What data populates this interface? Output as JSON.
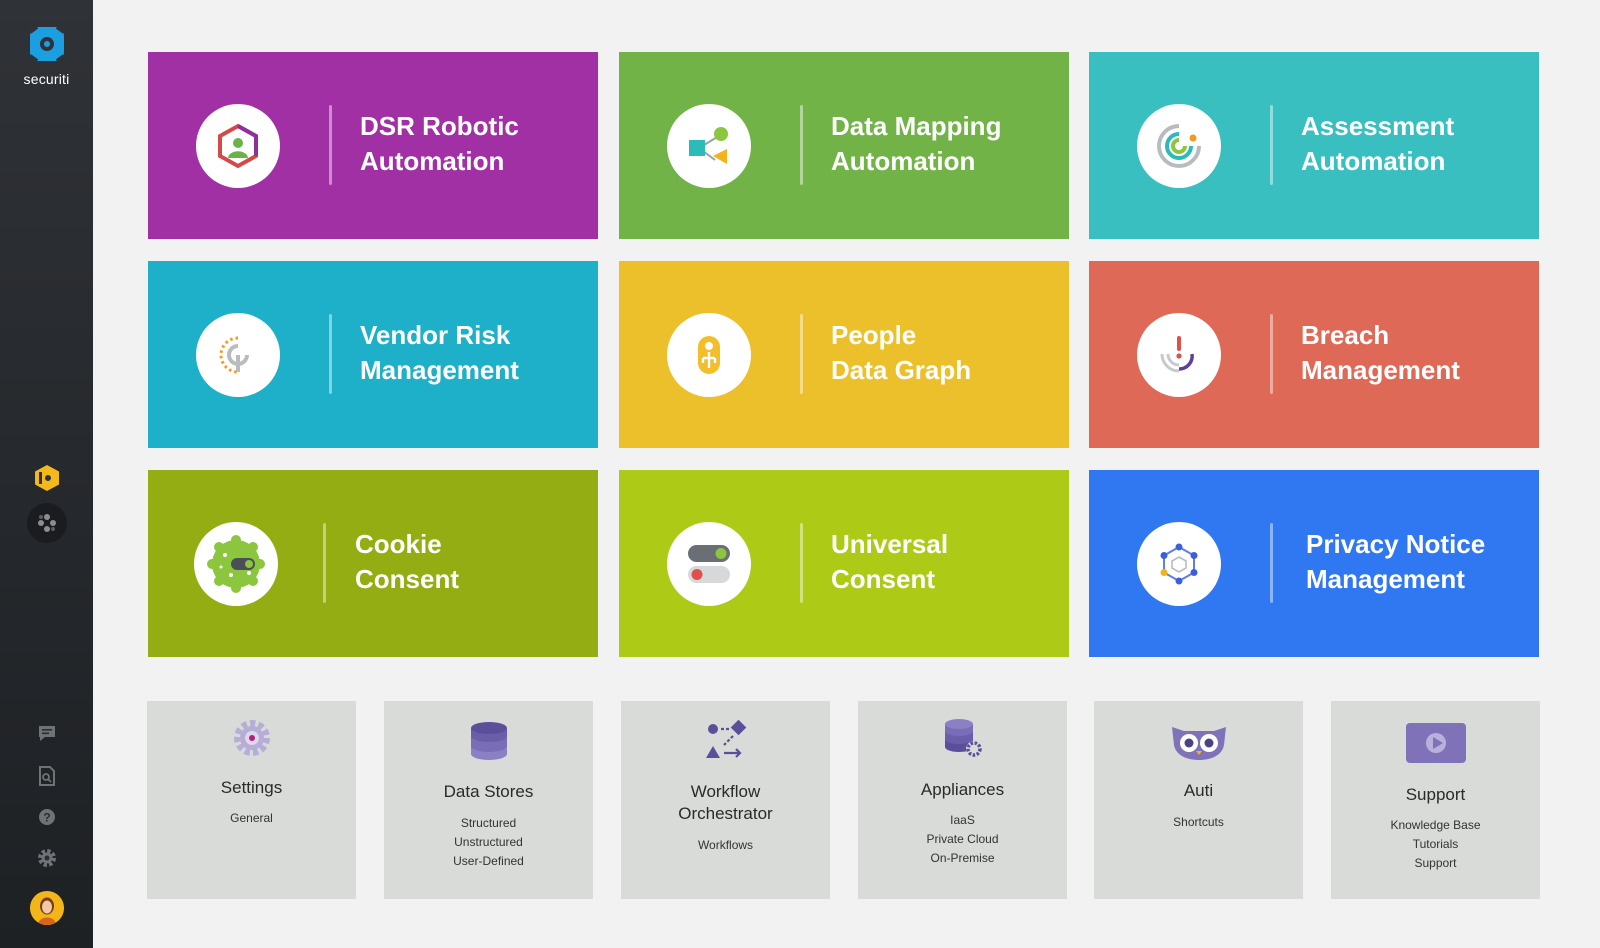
{
  "brand": {
    "name": "securiti"
  },
  "tiles": [
    {
      "title": "DSR Robotic\nAutomation",
      "color": "#a130a4",
      "icon": "dsr-icon"
    },
    {
      "title": "Data Mapping\nAutomation",
      "color": "#72b347",
      "icon": "data-mapping-icon"
    },
    {
      "title": "Assessment\nAutomation",
      "color": "#39bfbf",
      "icon": "assessment-icon"
    },
    {
      "title": "Vendor Risk\nManagement",
      "color": "#1eb0c8",
      "icon": "vendor-risk-icon"
    },
    {
      "title": "People\nData Graph",
      "color": "#ebc02a",
      "icon": "people-data-graph-icon"
    },
    {
      "title": "Breach\nManagement",
      "color": "#de6957",
      "icon": "breach-icon"
    },
    {
      "title": "Cookie\nConsent",
      "color": "#93ad12",
      "icon": "cookie-consent-icon"
    },
    {
      "title": "Universal\nConsent",
      "color": "#adcb16",
      "icon": "universal-consent-icon"
    },
    {
      "title": "Privacy Notice\nManagement",
      "color": "#3077f2",
      "icon": "privacy-notice-icon"
    }
  ],
  "cards": [
    {
      "title": "Settings",
      "subs": [
        "General"
      ],
      "icon": "settings-icon"
    },
    {
      "title": "Data Stores",
      "subs": [
        "Structured",
        "Unstructured",
        "User-Defined"
      ],
      "icon": "database-icon"
    },
    {
      "title": "Workflow\nOrchestrator",
      "subs": [
        "Workflows"
      ],
      "icon": "workflow-icon"
    },
    {
      "title": "Appliances",
      "subs": [
        "IaaS",
        "Private Cloud",
        "On-Premise"
      ],
      "icon": "appliance-icon"
    },
    {
      "title": "Auti",
      "subs": [
        "Shortcuts"
      ],
      "icon": "owl-icon"
    },
    {
      "title": "Support",
      "subs": [
        "Knowledge Base",
        "Tutorials",
        "Support"
      ],
      "icon": "video-play-icon"
    }
  ],
  "sidebar_icons": [
    "hexagon-app-icon",
    "apps-grid-icon",
    "chat-icon",
    "document-search-icon",
    "help-icon",
    "gear-icon",
    "avatar"
  ]
}
